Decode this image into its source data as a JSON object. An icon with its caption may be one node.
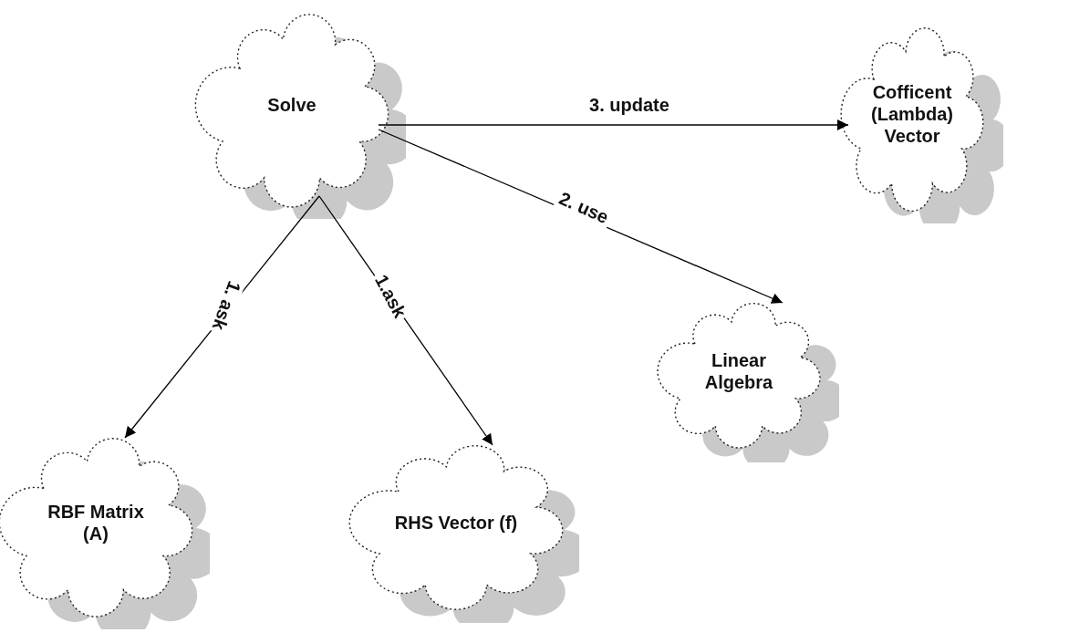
{
  "diagram": {
    "nodes": [
      {
        "text": [
          "Solve"
        ]
      },
      {
        "text": [
          "Cofficent (Lambda) Vector"
        ]
      },
      {
        "text": [
          "Linear Algebra"
        ]
      },
      {
        "text": [
          "RBF Matrix (A)"
        ]
      },
      {
        "text": [
          "RHS Vector (f)"
        ]
      }
    ],
    "edges": [
      {
        "from": 0,
        "to": 1,
        "arrow": "to",
        "label": "3. update"
      },
      {
        "from": 0,
        "to": 2,
        "arrow": "to",
        "label": "2. use"
      },
      {
        "from": 0,
        "to": 3,
        "arrow": "to",
        "label": "1. ask"
      },
      {
        "from": 0,
        "to": 4,
        "arrow": "to",
        "label": "1.ask"
      }
    ]
  }
}
